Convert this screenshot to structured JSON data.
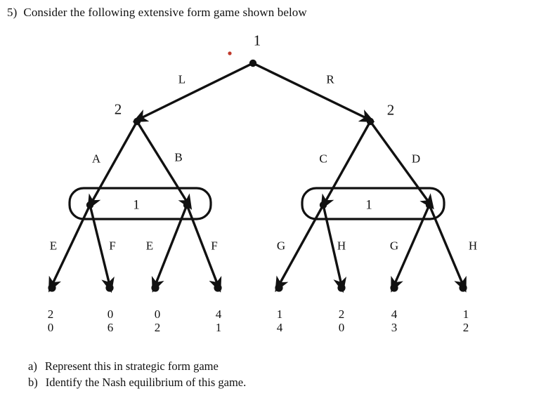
{
  "question": {
    "marker": "5)",
    "text": "Consider the following extensive form game shown below"
  },
  "sub_questions": [
    {
      "marker": "a)",
      "text": "Represent this in strategic form game"
    },
    {
      "marker": "b)",
      "text": "Identify the Nash equilibrium of this game."
    }
  ],
  "game_tree": {
    "type": "extensive-form-game-tree",
    "root": {
      "player": "1",
      "actions": [
        "L",
        "R"
      ]
    },
    "second_level": [
      {
        "player": "2",
        "actions": [
          "A",
          "B"
        ]
      },
      {
        "player": "2",
        "actions": [
          "C",
          "D"
        ]
      }
    ],
    "information_sets": [
      {
        "player": "1",
        "actions": [
          "E",
          "F",
          "E",
          "F"
        ]
      },
      {
        "player": "1",
        "actions": [
          "G",
          "H",
          "G",
          "H"
        ]
      }
    ],
    "terminal_payoffs": [
      {
        "path": "L-A-E",
        "p1": "2",
        "p2": "0"
      },
      {
        "path": "L-A-F",
        "p1": "0",
        "p2": "6"
      },
      {
        "path": "L-B-E",
        "p1": "0",
        "p2": "2"
      },
      {
        "path": "L-B-F",
        "p1": "4",
        "p2": "1"
      },
      {
        "path": "R-C-G",
        "p1": "1",
        "p2": "4"
      },
      {
        "path": "R-C-H",
        "p1": "2",
        "p2": "0"
      },
      {
        "path": "R-D-G",
        "p1": "4",
        "p2": "3"
      },
      {
        "path": "R-D-H",
        "p1": "1",
        "p2": "2"
      }
    ],
    "colors": {
      "ink": "#111111",
      "artifact_dot": "#c0392b"
    }
  }
}
